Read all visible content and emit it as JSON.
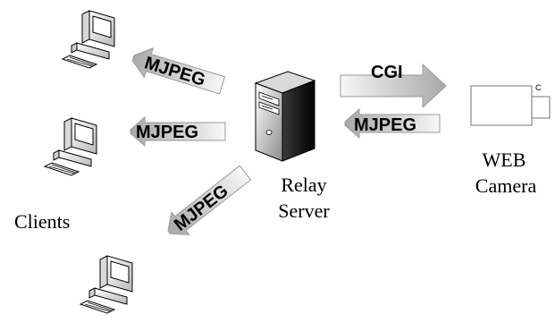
{
  "labels": {
    "arrow_top_left": "MJPEG",
    "arrow_mid_left": "MJPEG",
    "arrow_bottom_left": "MJPEG",
    "arrow_cgi": "CGI",
    "arrow_camera_return": "MJPEG",
    "relay_line1": "Relay",
    "relay_line2": "Server",
    "camera_line1": "WEB",
    "camera_line2": "Camera",
    "clients": "Clients",
    "camera_marker": "C"
  },
  "icons": {
    "server": "server-tower-icon",
    "client": "desktop-computer-icon",
    "camera": "web-camera-icon"
  },
  "colors": {
    "arrow_fill_light": "#f5f5f5",
    "arrow_fill_dark": "#9a9a9a",
    "line": "#000000"
  }
}
